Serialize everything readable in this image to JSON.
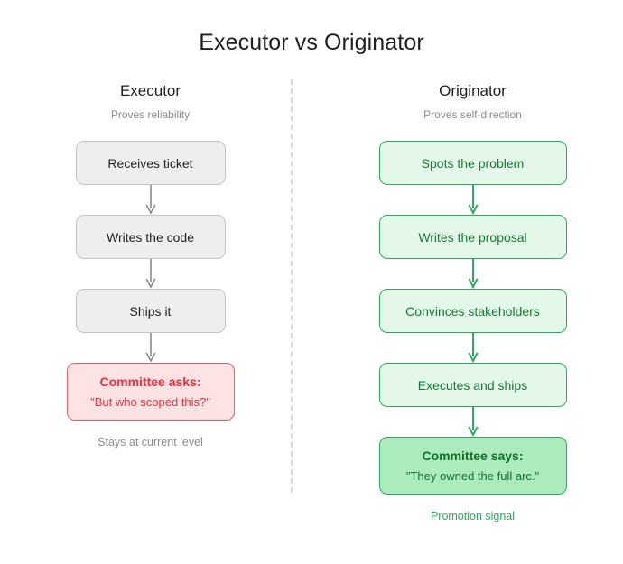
{
  "title": "Executor vs Originator",
  "colors": {
    "background": "#ffffff",
    "title_text": "#1f1f1f",
    "muted_text": "#8c8c8c",
    "divider": "#d9d9d9",
    "gray_node_fill": "#eeeeee",
    "gray_node_border": "#c4c4c4",
    "gray_arrow": "#8a8a8a",
    "red_node_fill": "#fde3e4",
    "red_node_border": "#ea5c68",
    "red_node_text": "#f12d3c",
    "green_node_fill": "#e3f8e8",
    "green_node_border": "#2eaa5e",
    "green_node_text": "#167a36",
    "green_strong_fill": "#abebbd",
    "green_arrow": "#2eaa5e"
  },
  "left_column": {
    "heading": "Executor",
    "subheading": "Proves reliability",
    "steps": [
      {
        "label": "Receives ticket"
      },
      {
        "label": "Writes the code"
      },
      {
        "label": "Ships it"
      }
    ],
    "outcome": {
      "line1": "Committee asks:",
      "line2": "\"But who scoped this?\""
    },
    "footnote": "Stays at current level"
  },
  "right_column": {
    "heading": "Originator",
    "subheading": "Proves self-direction",
    "steps": [
      {
        "label": "Spots the problem"
      },
      {
        "label": "Writes the proposal"
      },
      {
        "label": "Convinces stakeholders"
      },
      {
        "label": "Executes and ships"
      }
    ],
    "outcome": {
      "line1": "Committee says:",
      "line2": "\"They owned the full arc.\""
    },
    "footnote": "Promotion signal"
  }
}
